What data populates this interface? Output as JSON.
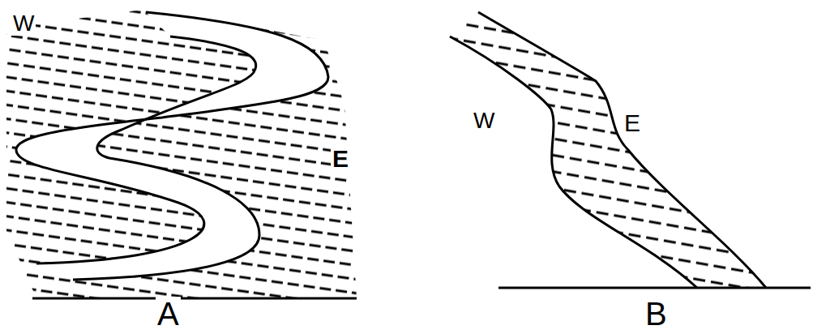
{
  "diagram": {
    "labels": [
      "W",
      "E",
      "W",
      "E",
      "A",
      "B"
    ]
  }
}
